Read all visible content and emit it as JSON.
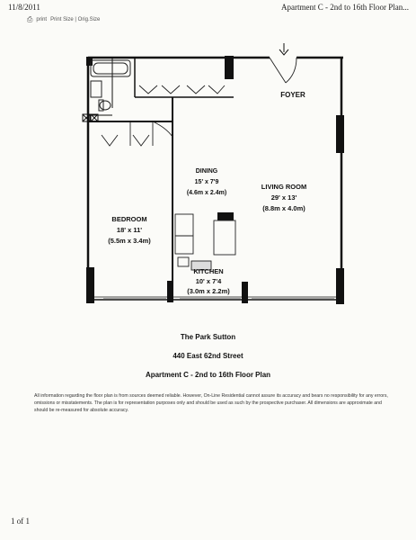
{
  "header": {
    "date": "11/8/2011",
    "title": "Apartment C - 2nd to 16th Floor Plan..."
  },
  "toolbar": {
    "print_label": "print",
    "size_label": "Print Size | Orig.Size"
  },
  "floorplan": {
    "foyer": "FOYER",
    "dining": {
      "name": "DINING",
      "dims": "15' x 7'9",
      "metric": "(4.6m x 2.4m)"
    },
    "living_room": {
      "name": "LIVING ROOM",
      "dims": "29' x 13'",
      "metric": "(8.8m x 4.0m)"
    },
    "bedroom": {
      "name": "BEDROOM",
      "dims": "18' x 11'",
      "metric": "(5.5m x 3.4m)"
    },
    "kitchen": {
      "name": "KITCHEN",
      "dims": "10' x 7'4",
      "metric": "(3.0m x 2.2m)"
    }
  },
  "building": {
    "name": "The Park Sutton",
    "address": "440 East 62nd Street",
    "plan_title": "Apartment C - 2nd to 16th Floor Plan"
  },
  "disclaimer": "All information regarding the floor plan is from sources deemed reliable. However, On-Line Residential cannot assure its accuracy and bears no responsibility for any errors, omissions or misstatements. The plan is for representation purposes only and should be used as such by the prospective purchaser. All dimensions are approximate and should be re-measured for absolute accuracy.",
  "footer": {
    "page": "1 of 1"
  }
}
